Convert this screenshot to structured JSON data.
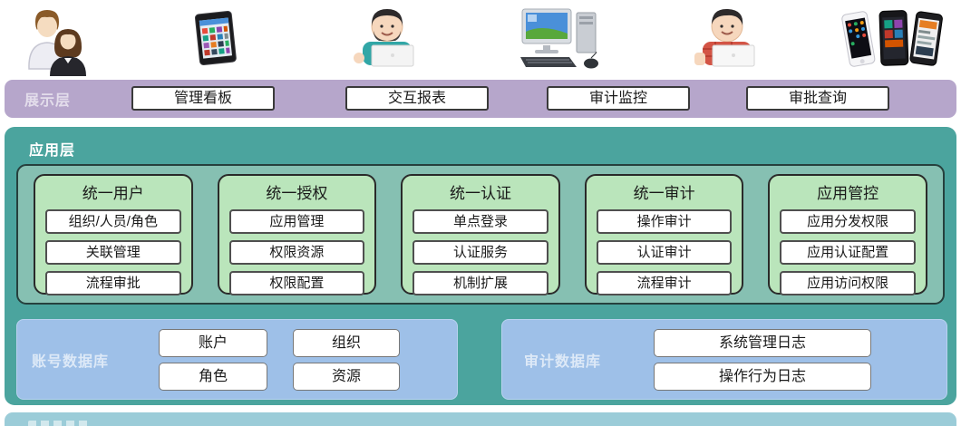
{
  "icons_row": {
    "items": [
      {
        "name": "two-business-users-icon"
      },
      {
        "name": "tablet-icon"
      },
      {
        "name": "user-at-laptop-icon"
      },
      {
        "name": "desktop-computer-icon"
      },
      {
        "name": "user-at-laptop-plaid-icon"
      },
      {
        "name": "smartphones-icon"
      }
    ]
  },
  "presentation_layer": {
    "label": "展示层",
    "buttons": [
      "管理看板",
      "交互报表",
      "审计监控",
      "审批查询"
    ]
  },
  "application_layer": {
    "label": "应用层",
    "groups": [
      {
        "title": "统一用户",
        "items": [
          "组织/人员/角色",
          "关联管理",
          "流程审批"
        ]
      },
      {
        "title": "统一授权",
        "items": [
          "应用管理",
          "权限资源",
          "权限配置"
        ]
      },
      {
        "title": "统一认证",
        "items": [
          "单点登录",
          "认证服务",
          "机制扩展"
        ]
      },
      {
        "title": "统一审计",
        "items": [
          "操作审计",
          "认证审计",
          "流程审计"
        ]
      },
      {
        "title": "应用管控",
        "items": [
          "应用分发权限",
          "应用认证配置",
          "应用访问权限"
        ]
      }
    ],
    "databases": [
      {
        "title": "账号数据库",
        "items": [
          "账户",
          "组织",
          "角色",
          "资源"
        ]
      },
      {
        "title": "审计数据库",
        "items": [
          "系统管理日志",
          "操作行为日志"
        ]
      }
    ]
  },
  "colors": {
    "presentation_band": "#b6a6cb",
    "application_band": "#4ba49e",
    "application_inner": "#86c0b2",
    "group_green": "#bae5bb",
    "database_blue": "#9ec0e8",
    "bottom_band": "#9bccd8"
  }
}
